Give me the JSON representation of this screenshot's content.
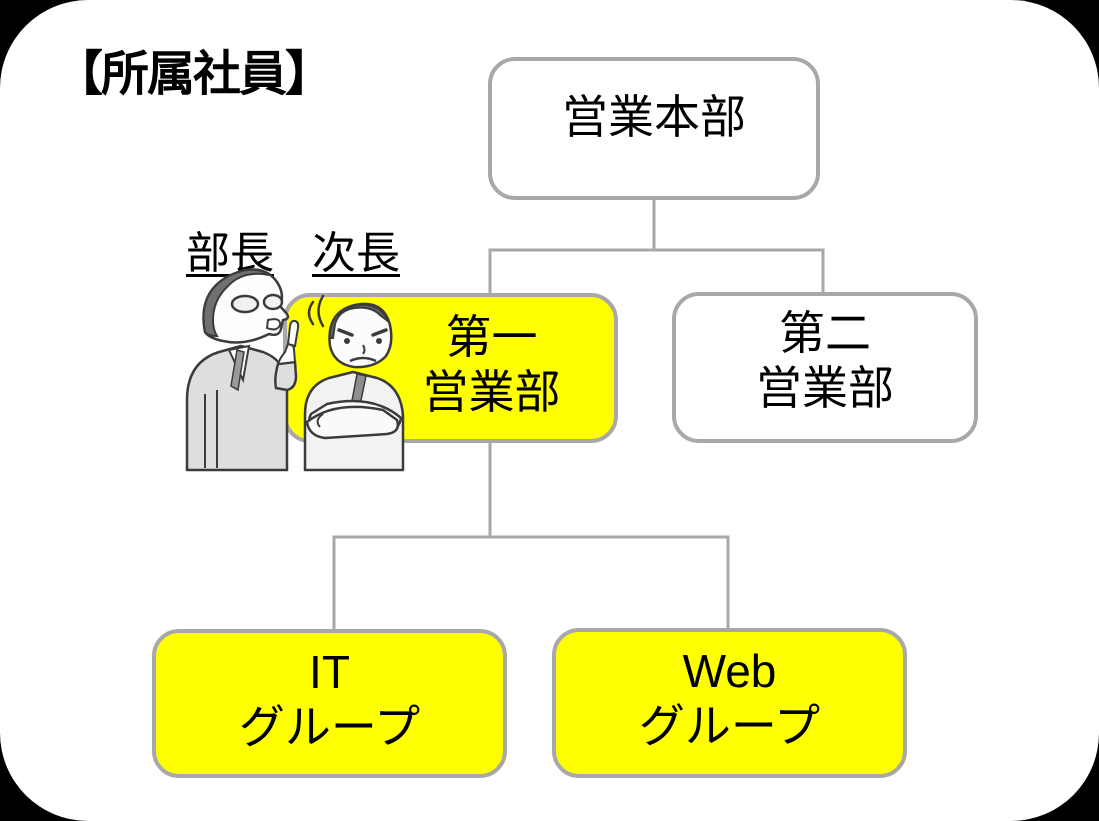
{
  "page": {
    "title": "【所属社員】"
  },
  "roles": {
    "items": [
      {
        "label": "部長"
      },
      {
        "label": "次長"
      }
    ]
  },
  "org": {
    "nodes": [
      {
        "id": "honbu",
        "lines": [
          "営業本部",
          ""
        ],
        "highlighted": false
      },
      {
        "id": "dai1",
        "lines": [
          "第一",
          "営業部"
        ],
        "highlighted": true
      },
      {
        "id": "dai2",
        "lines": [
          "第二",
          "営業部"
        ],
        "highlighted": false
      },
      {
        "id": "it",
        "lines": [
          "IT",
          "グループ"
        ],
        "highlighted": true
      },
      {
        "id": "web",
        "lines": [
          "Web",
          "グループ"
        ],
        "highlighted": true
      }
    ],
    "edges": [
      {
        "from": "honbu",
        "to": "dai1"
      },
      {
        "from": "honbu",
        "to": "dai2"
      },
      {
        "from": "dai1",
        "to": "it"
      },
      {
        "from": "dai1",
        "to": "web"
      }
    ],
    "illustration": "two-businessmen-cartoon (manager talking to annoyed employee with crossed arms)"
  },
  "colors": {
    "highlight_fill": "#FFFF00",
    "plain_fill": "#FFFFFF",
    "box_border": "#A8A8A8",
    "connector": "#A8A8A8",
    "text": "#000000",
    "frame": "#000000"
  }
}
